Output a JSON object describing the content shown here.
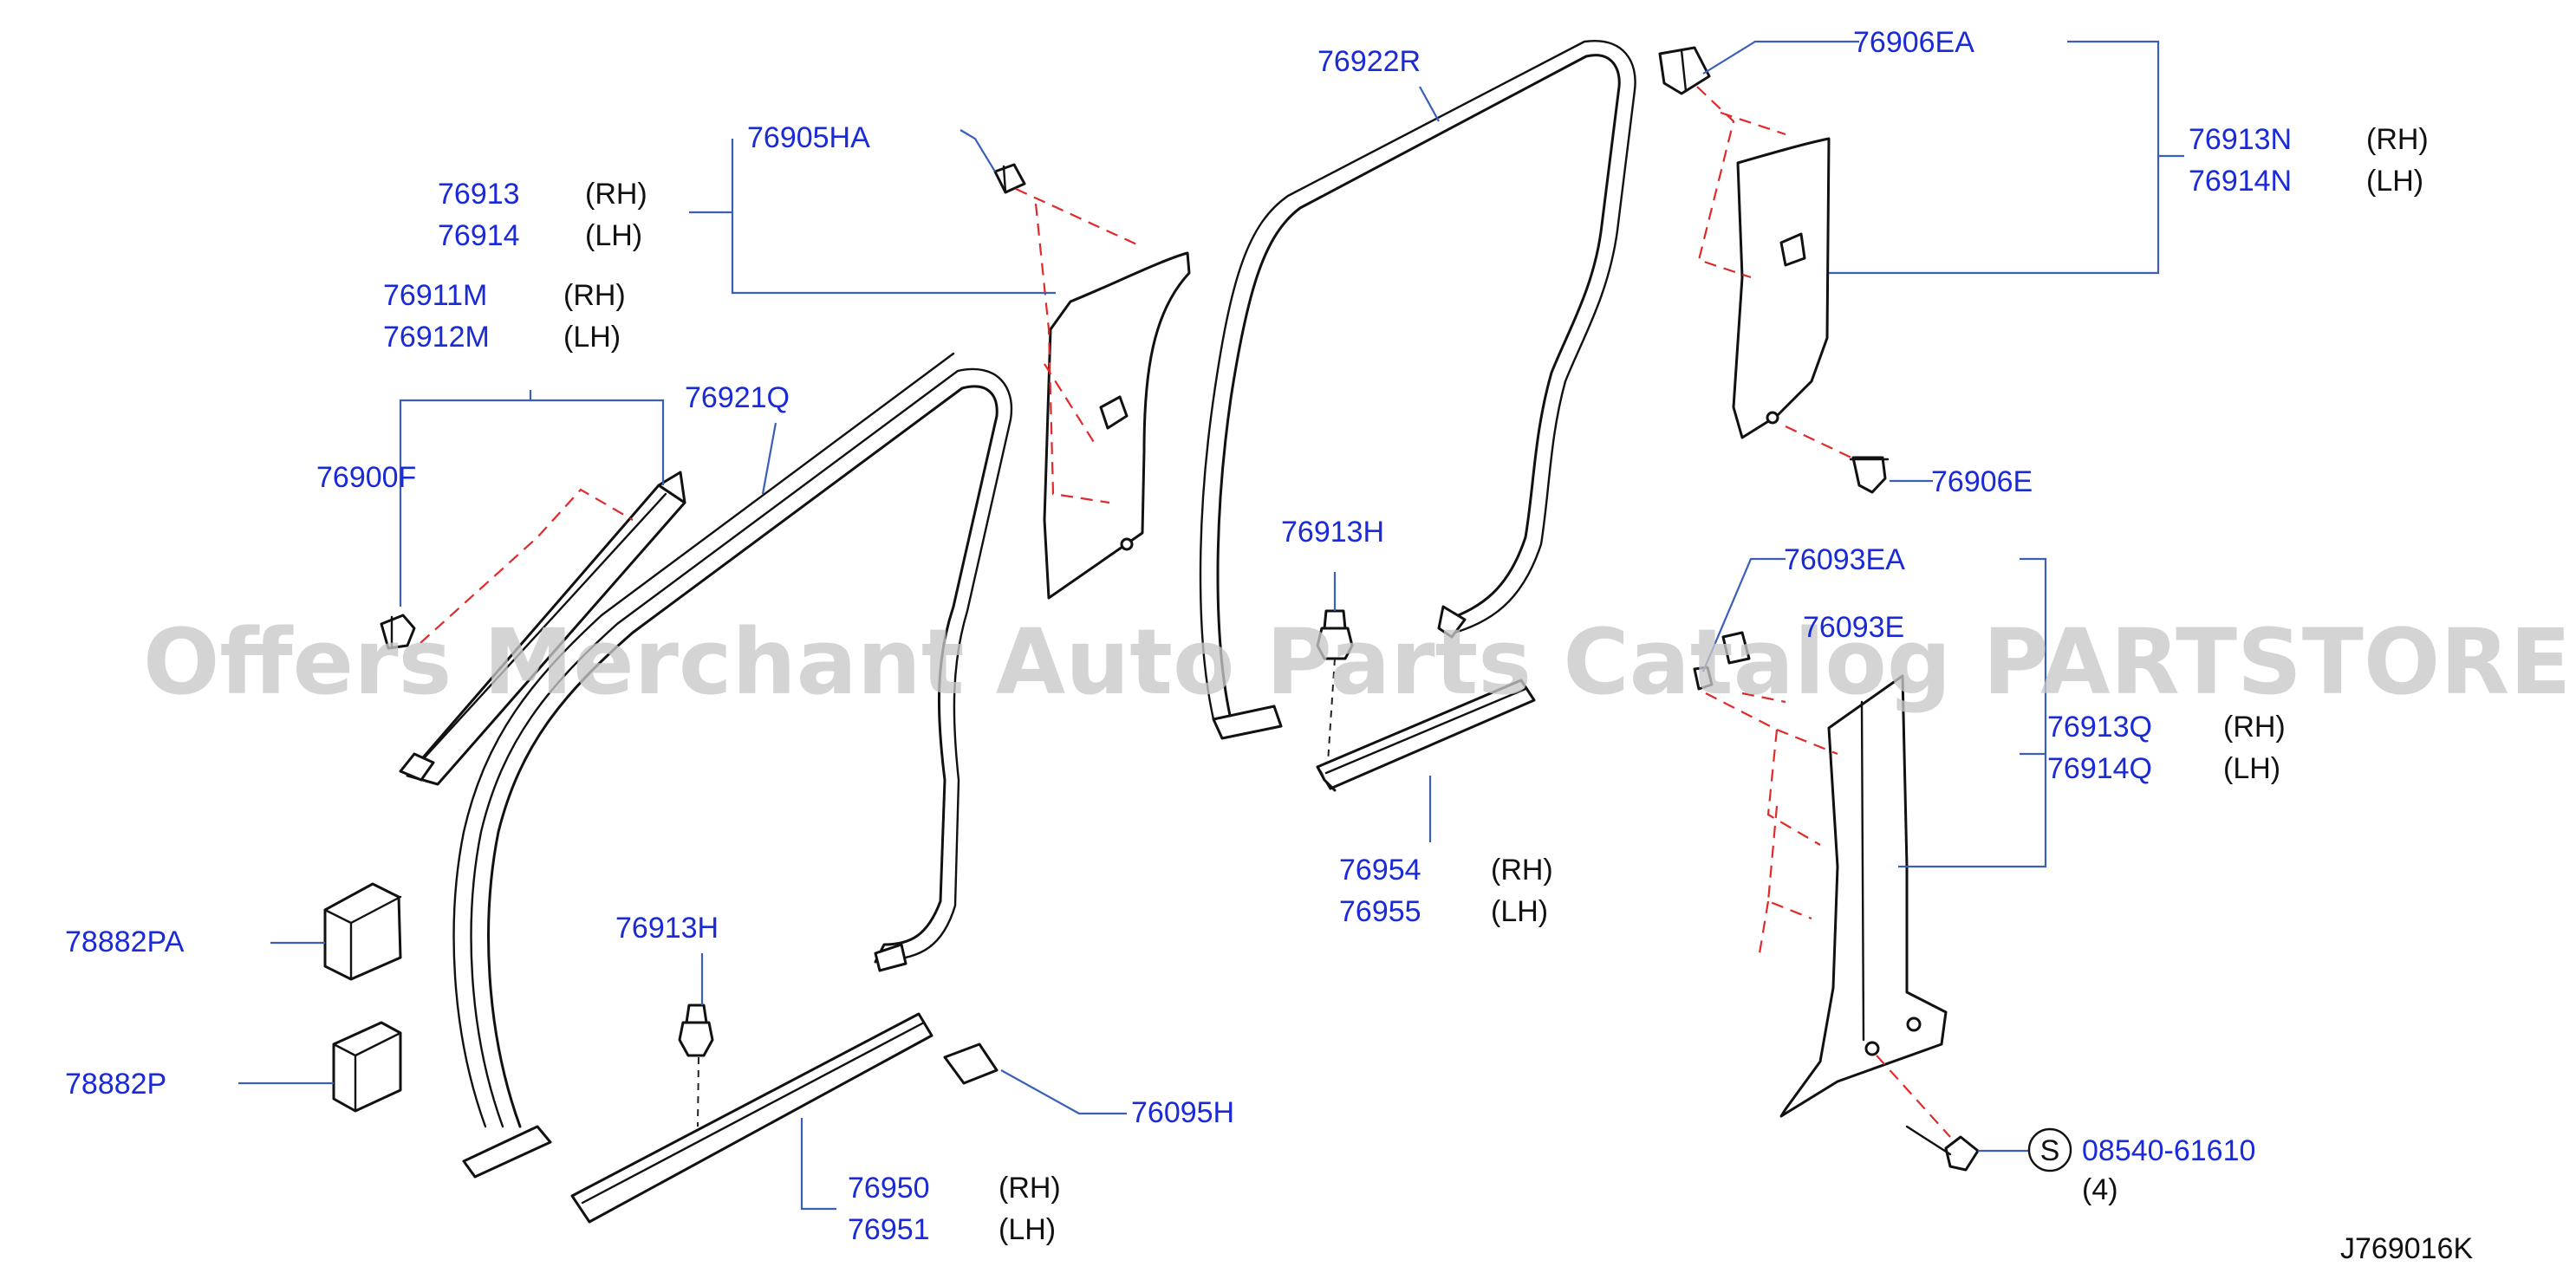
{
  "diagram": {
    "watermark": "Offers Merchant Auto Parts Catalog PARTSTORE.SA",
    "code": "J769016K",
    "labels": {
      "p76905HA": "76905HA",
      "p76913": "76913",
      "p76914": "76914",
      "p76911M": "76911M",
      "p76912M": "76912M",
      "p76900F": "76900F",
      "p76921Q": "76921Q",
      "p78882PA": "78882PA",
      "p78882P": "78882P",
      "p76913H_a": "76913H",
      "p76950": "76950",
      "p76951": "76951",
      "p76095H": "76095H",
      "p76922R": "76922R",
      "p76913H_b": "76913H",
      "p76954": "76954",
      "p76955": "76955",
      "p76906EA": "76906EA",
      "p76913N": "76913N",
      "p76914N": "76914N",
      "p76906E": "76906E",
      "p76093EA": "76093EA",
      "p76093E": "76093E",
      "p76913Q": "76913Q",
      "p76914Q": "76914Q",
      "p08540": "08540-61610"
    },
    "sides": {
      "rh": "(RH)",
      "lh": "(LH)"
    },
    "bolt_symbol": "S",
    "bolt_qty": "(4)"
  },
  "colors": {
    "part_number": "#1a2ad6",
    "leader": "#3a5fb8",
    "assembly_dash": "#e02a2a",
    "watermark": "#c8c8c8"
  }
}
